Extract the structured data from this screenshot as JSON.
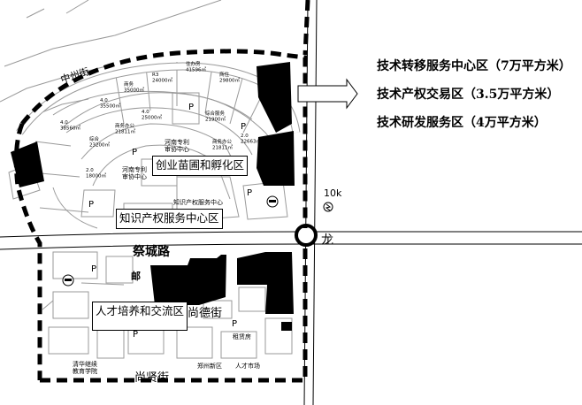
{
  "legend": {
    "lines": [
      "技术转移服务中心区（7万平方米）",
      "技术产权交易区（3.5万平方米）",
      "技术研发服务区（4万平方米）"
    ]
  },
  "zones": {
    "incubator": "创业苗圃和孵化区",
    "ip_center": "知识产权服务中心区",
    "talent": "人才培养和交流区"
  },
  "roads": {
    "jicheng": "祭城路",
    "shangde": "尚德街",
    "shangxian": "尚贤街",
    "east_stub": "龙",
    "north_curve": "中州街"
  },
  "labels": {
    "parking": "P",
    "post": "邮",
    "station_prefix": "10k",
    "patent_center_1": "河南专利\n审协中心",
    "patent_center_2": "河南专利\n审协中心",
    "ip_gate": "知识产权服务中心",
    "tsinghua_school": "清华继续\n教育学院",
    "zhengzhou_new_district": "郑州新区",
    "talent_market": "人才市场",
    "rent_house": "租赁房",
    "block_a": "住办房\n41596㎡",
    "block_b": "商务\n35000㎡",
    "block_c": "R3\n24000㎡",
    "block_d": "4.0\n38560㎡",
    "block_e": "4.0\n35500㎡",
    "block_f": "商务办公\n21811㎡",
    "block_g": "综合服务\n21900㎡",
    "block_h": "商务办公\n21811㎡",
    "block_i": "2.0\n22663㎡",
    "block_j": "2.0\n18000㎡",
    "block_k": "4.0\n25000㎡",
    "block_l": "综合\n23200㎡",
    "block_m": "商住\n29800㎡"
  },
  "colors": {
    "ink": "#000000",
    "road_fill": "#ffffff",
    "paper": "#ffffff",
    "block_outline": "#9a9a9a"
  }
}
